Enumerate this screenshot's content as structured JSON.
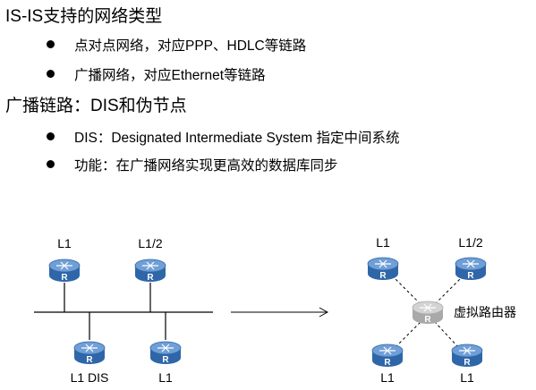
{
  "section1": {
    "title": "IS-IS支持的网络类型",
    "bullets": [
      "点对点网络，对应PPP、HDLC等链路",
      "广播网络，对应Ethernet等链路"
    ]
  },
  "section2": {
    "title": "广播链路：DIS和伪节点",
    "bullets": [
      "DIS：Designated Intermediate System 指定中间系统",
      "功能：在广播网络实现更高效的数据库同步"
    ]
  },
  "diagram_left": {
    "routers": [
      {
        "label": "L1",
        "icon": "router-icon"
      },
      {
        "label": "L1/2",
        "icon": "router-icon"
      },
      {
        "label": "L1 DIS",
        "icon": "router-icon"
      },
      {
        "label": "L1",
        "icon": "router-icon"
      }
    ]
  },
  "diagram_right": {
    "routers": [
      {
        "label": "L1",
        "icon": "router-icon"
      },
      {
        "label": "L1/2",
        "icon": "router-icon"
      },
      {
        "label": "L1",
        "icon": "router-icon"
      },
      {
        "label": "L1",
        "icon": "router-icon"
      }
    ],
    "pseudo_node_label": "虚拟路由器"
  },
  "colors": {
    "router_blue": "#2f66a8",
    "router_blue_top": "#6f9fd6",
    "pseudo_gray": "#a9a9a9",
    "pseudo_gray_top": "#d3d3d3"
  }
}
